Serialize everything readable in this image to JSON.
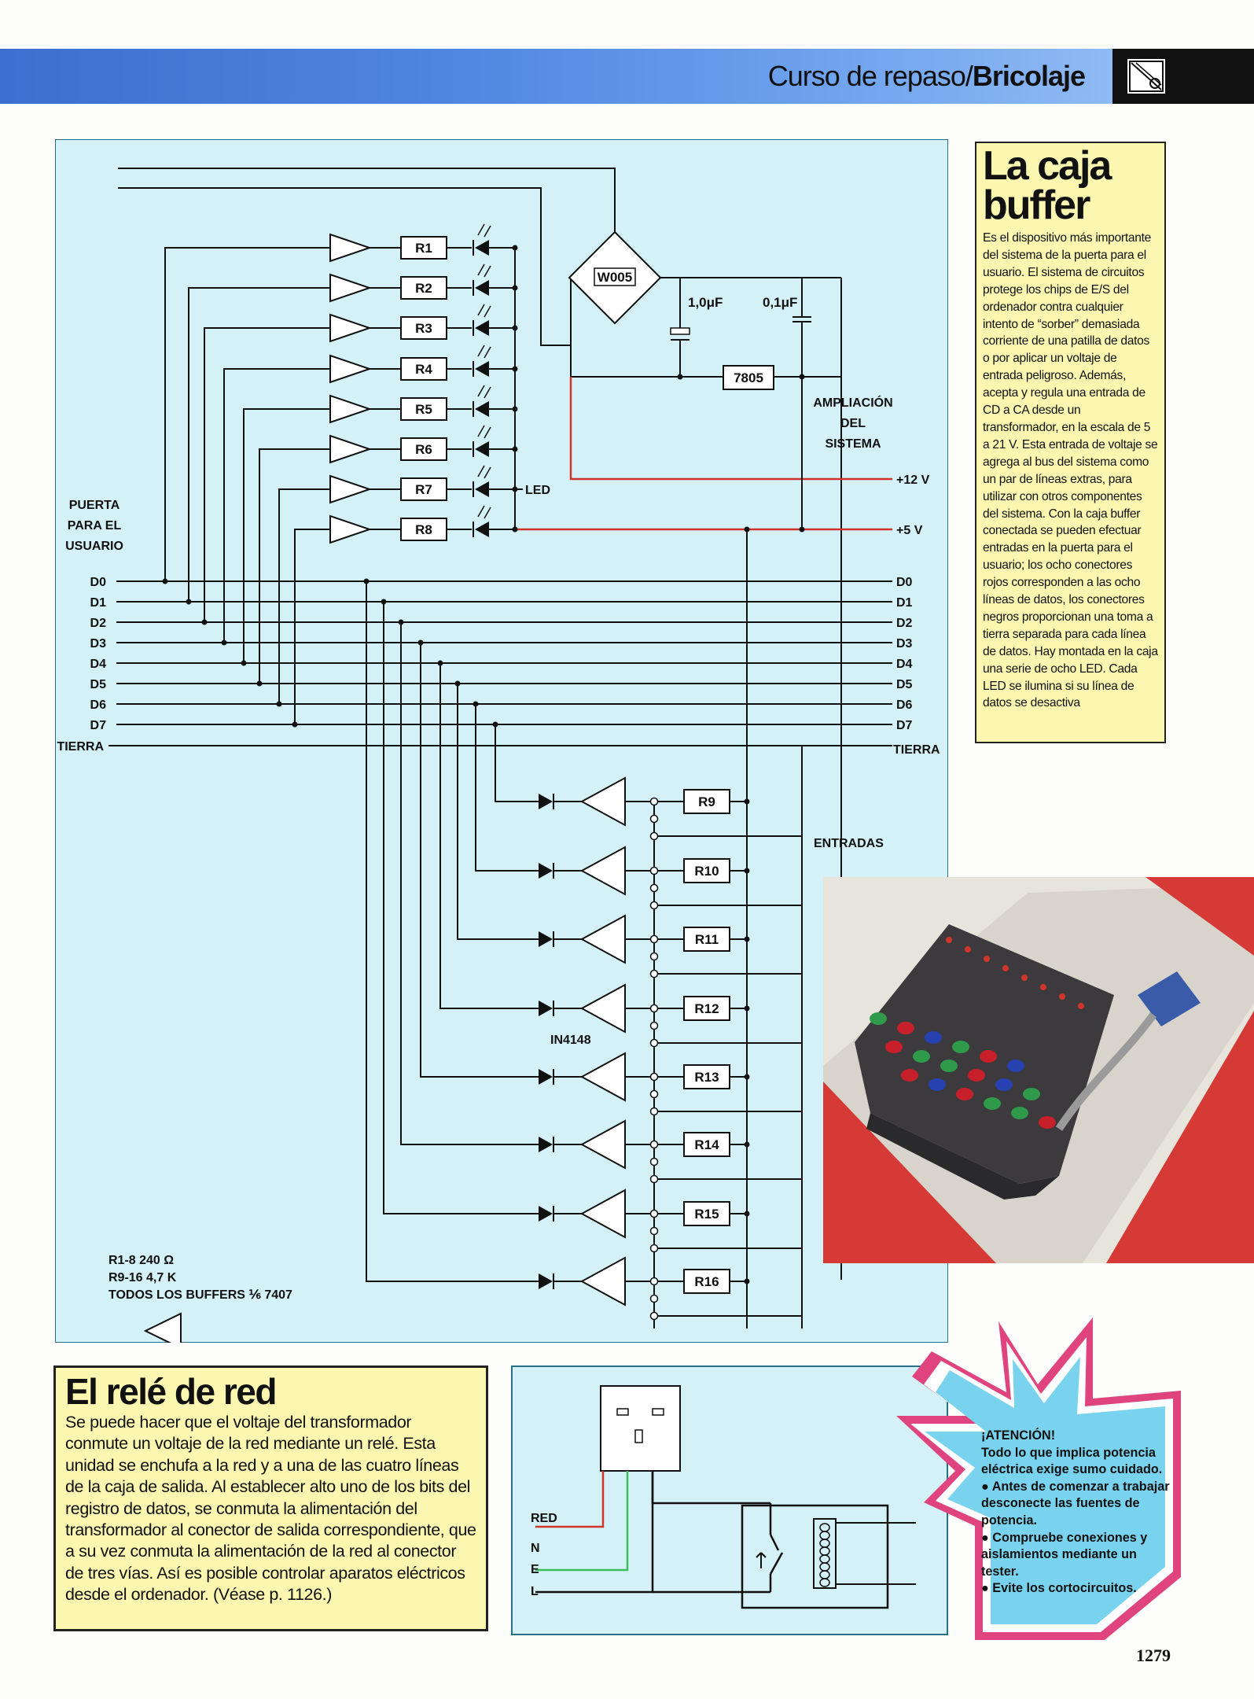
{
  "header": {
    "title_light": "Curso de repaso/",
    "title_bold": "Bricolaje"
  },
  "colors": {
    "diagram_bg": "#d3f1f7",
    "box_yellow": "#fbf7b0",
    "wire_red": "#d0342c",
    "wire_green": "#3bbf5a",
    "warning_blue": "#7ad3ee",
    "warning_pink": "#e0447e",
    "header_blue": "#3c6fcf"
  },
  "diagram": {
    "resistors_top": [
      "R1",
      "R2",
      "R3",
      "R4",
      "R5",
      "R6",
      "R7",
      "R8"
    ],
    "resistors_bottom": [
      "R9",
      "R10",
      "R11",
      "R12",
      "R13",
      "R14",
      "R15",
      "R16"
    ],
    "bridge": "W005",
    "cap1": "1,0μF",
    "cap2": "0,1μF",
    "regulator": "7805",
    "led": "LED",
    "ampliacion": [
      "AMPLIACIÓN",
      "DEL",
      "SISTEMA"
    ],
    "plus12": "+12 V",
    "plus5": "+5 V",
    "puerta": [
      "PUERTA",
      "PARA EL",
      "USUARIO"
    ],
    "data_lines": [
      "D0",
      "D1",
      "D2",
      "D3",
      "D4",
      "D5",
      "D6",
      "D7"
    ],
    "tierra": "TIERRA",
    "entradas": "ENTRADAS",
    "diode": "IN4148",
    "legend": [
      "R1-8 240 Ω",
      "R9-16 4,7 K",
      "TODOS LOS BUFFERS ⅙ 7407"
    ]
  },
  "side": {
    "title": "La caja buffer",
    "body": "Es el dispositivo más importante del sistema de la puerta para el usuario. El sistema de circuitos protege los chips de E/S del ordenador contra cualquier intento de “sorber” demasiada corriente de una patilla de datos o por aplicar un voltaje de entrada peligroso. Además, acepta y regula una entrada de CD a CA desde un transformador, en la escala de 5 a 21 V. Esta entrada de voltaje se agrega al bus del sistema como un par de líneas extras, para utilizar con otros componentes del sistema. Con la caja buffer conectada se pueden efectuar entradas en la puerta para el usuario; los ocho conectores rojos corresponden a las ocho líneas de datos, los conectores negros proporcionan una toma a tierra separada para cada línea de datos. Hay montada en la caja una serie de ocho LED. Cada LED se ilumina si su línea de datos se desactiva"
  },
  "rele": {
    "title": "El relé de red",
    "body": "Se puede hacer que el voltaje del transformador conmute un voltaje de la red mediante un relé. Esta unidad se enchufa a la red y a una de las cuatro líneas de la caja de salida. Al establecer alto uno de los bits del registro de datos, se conmuta la alimentación del transformador al conector de salida correspondiente, que a su vez conmuta la alimentación de la red al conector de tres vías. Así es posible controlar aparatos eléctricos desde el ordenador. (Véase p. 1126.)",
    "red": "RED",
    "n": "N",
    "e": "E",
    "l": "L"
  },
  "warning": {
    "title": "¡ATENCIÓN!",
    "intro": "Todo lo que implica potencia eléctrica exige sumo cuidado.",
    "bullets": [
      "Antes de comenzar a trabajar desconecte las fuentes de potencia.",
      "Compruebe conexiones y aislamientos mediante un tester.",
      "Evite los cortocircuitos."
    ]
  },
  "page_number": "1279"
}
